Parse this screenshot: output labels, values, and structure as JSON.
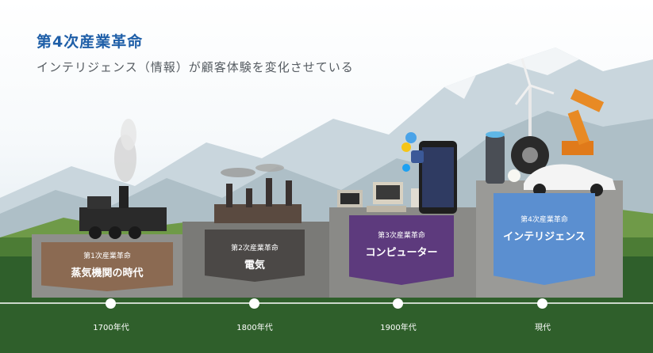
{
  "header": {
    "title": "第4次産業革命",
    "subtitle": "インテリジェンス（情報）が顧客体験を変化させている"
  },
  "stages": [
    {
      "small": "第1次産業革命",
      "big": "蒸気機関の時代",
      "era": "1700年代",
      "color": "#8b6a52"
    },
    {
      "small": "第2次産業革命",
      "big": "電気",
      "era": "1800年代",
      "color": "#4b4846"
    },
    {
      "small": "第3次産業革命",
      "big": "コンピューター",
      "era": "1900年代",
      "color": "#5d3a7d"
    },
    {
      "small": "第4次産業革命",
      "big": "インテリジェンス",
      "era": "現代",
      "color": "#5b8fd0"
    }
  ],
  "icons": [
    "steam-locomotive-icon",
    "factory-icon",
    "computer-icon",
    "smartphone-icon",
    "wind-turbine-icon",
    "robot-arm-icon",
    "car-icon",
    "smart-speaker-icon"
  ]
}
